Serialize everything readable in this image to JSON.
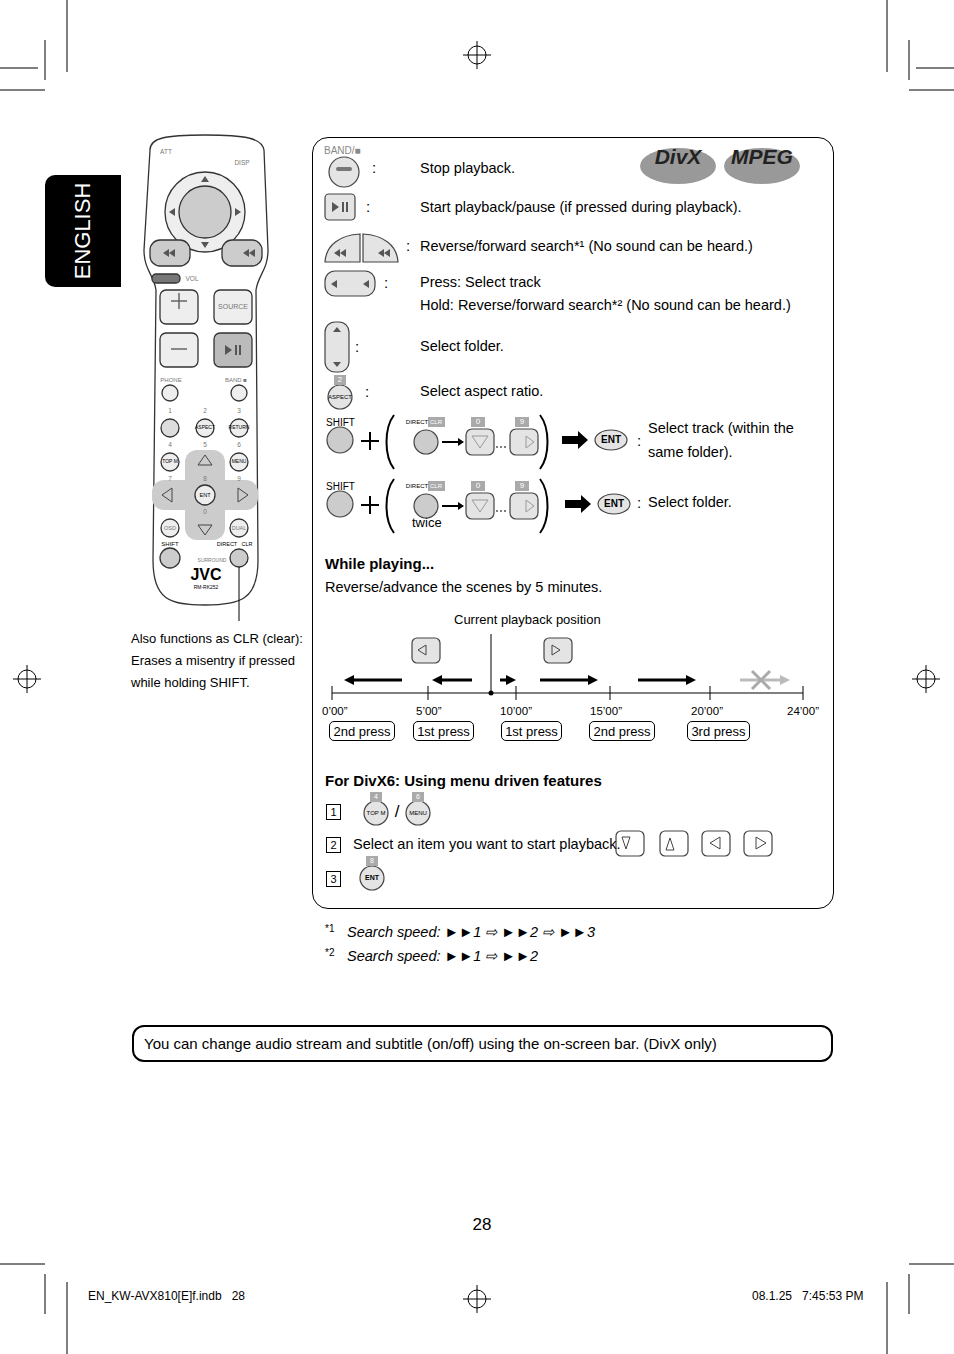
{
  "diagram": {
    "nodes": [
      {
        "text": [
          "ENGLISH"
        ]
      },
      {
        "text": [
          ":",
          "Stop playback.",
          ":",
          "Start playback/pause (if pressed during playback).",
          ":",
          "Reverse/forward search*¹ (No sound can be heard.)",
          ":",
          "Press: Select track",
          "Hold: Reverse/forward search*² (No sound can be heard.)",
          ":",
          "Select folder.",
          ":",
          "Select aspect ratio.",
          ":",
          "Select track (within the same folder).",
          ":",
          "Select folder.",
          "twice",
          "While playing...",
          "Reverse/advance the scenes by 5 minutes.",
          "Current playback position",
          "0’00”",
          "5’00”",
          "10’00”",
          "15’00”",
          "20’00”",
          "24’00”",
          "For DivX6: Using menu driven features",
          "Select an item you want to start playback."
        ]
      },
      {
        "text": [
          "2nd press"
        ],
        "in": 1
      },
      {
        "text": [
          "1st press"
        ],
        "in": 1
      },
      {
        "text": [
          "1st press"
        ],
        "in": 1
      },
      {
        "text": [
          "2nd press"
        ],
        "in": 1
      },
      {
        "text": [
          "3rd press"
        ],
        "in": 1
      },
      {
        "text": [
          "1"
        ],
        "in": 1
      },
      {
        "text": [
          "2"
        ],
        "in": 1
      },
      {
        "text": [
          "3"
        ],
        "in": 1
      },
      {
        "text": [
          "You can change audio stream and subtitle (on/off) using the on-screen bar. (DivX only)"
        ]
      }
    ],
    "labels": [
      "BAND/■",
      "DivX",
      "MPEG",
      "2",
      "ASPECT",
      "SHIFT",
      "DIRECT",
      "CLR",
      "0",
      "9",
      "ENT",
      "SHIFT",
      "DIRECT",
      "CLR",
      "0",
      "9",
      "ENT",
      "4",
      "TOP M",
      "/",
      "6",
      "MENU",
      "8",
      "ENT",
      "*1",
      "Search speed: ►►1 ⇨ ►►2 ⇨ ►►3",
      "*2",
      "Search speed: ►►1 ⇨ ►►2",
      "Also functions as CLR (clear): Erases a misentry if pressed while holding SHIFT.",
      "28",
      "EN_KW-AVX810[E]f.indb   28",
      "08.1.25   7:45:53 PM",
      "ATT",
      "DISP",
      "VOL",
      "SOURCE",
      "PHONE",
      "BAND ■",
      "1",
      "2",
      "3",
      "ASPECT",
      "RETURN",
      "4",
      "5",
      "6",
      "TOP M",
      "MENU",
      "7",
      "8",
      "9",
      "ENT",
      "0",
      "OSD",
      "DUAL",
      "SHIFT",
      "SURROUND",
      "DIRECT",
      "CLR",
      "JVC",
      "RM-RK252"
    ]
  }
}
